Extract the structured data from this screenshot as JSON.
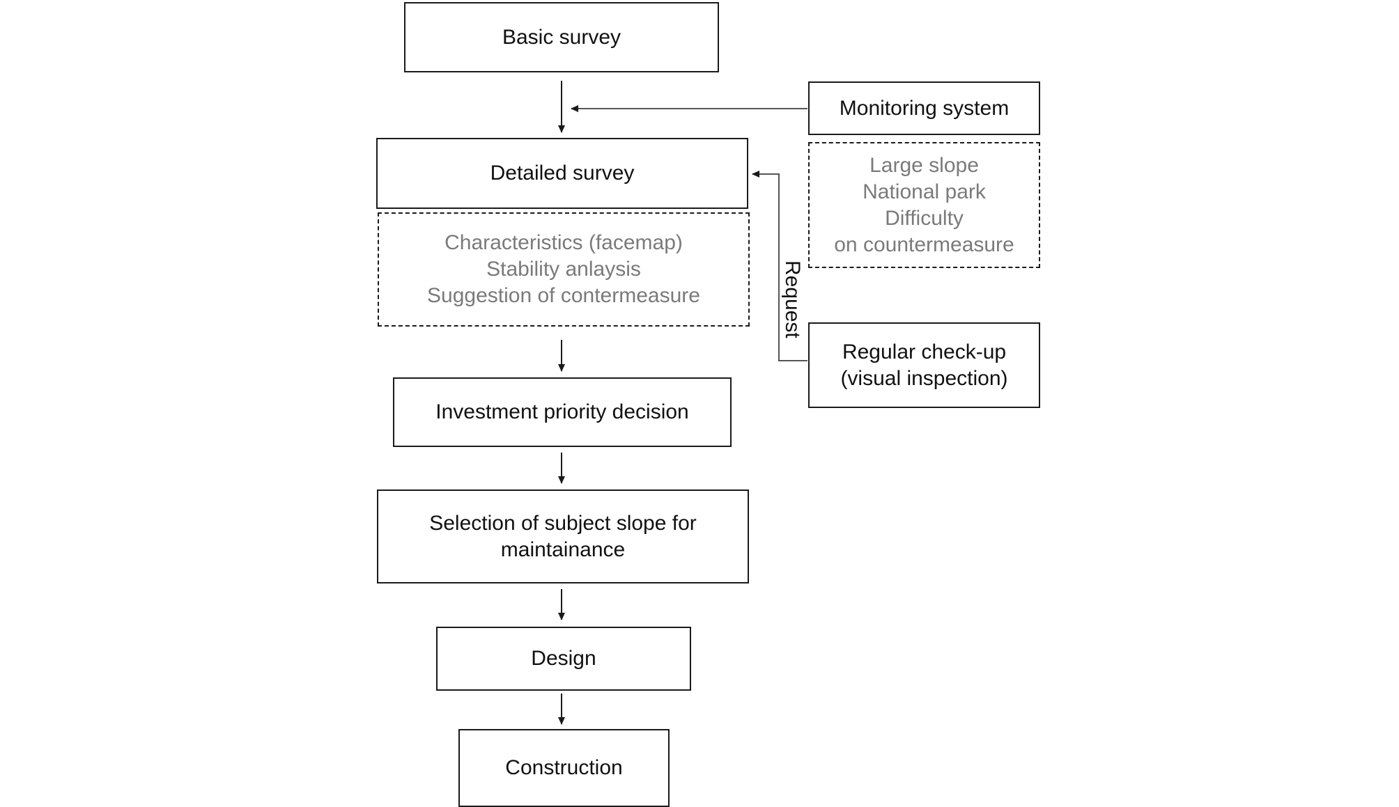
{
  "nodes": {
    "basic_survey": "Basic survey",
    "detailed_survey": "Detailed survey",
    "investment_priority": "Investment priority decision",
    "selection_line1": "Selection of subject slope for",
    "selection_line2": "maintainance",
    "design": "Design",
    "construction": "Construction",
    "monitoring_system": "Monitoring system",
    "regular_checkup_line1": "Regular check-up",
    "regular_checkup_line2": "(visual inspection)"
  },
  "notes": {
    "detailed": [
      "Characteristics (facemap)",
      "Stability anlaysis",
      "Suggestion of  contermeasure"
    ],
    "monitoring": [
      "Large slope",
      "National park",
      "Difficulty",
      "on countermeasure"
    ]
  },
  "edge_labels": {
    "request": "Request"
  },
  "colors": {
    "line": "#1a1a1a",
    "note_text": "#7a7a7a"
  }
}
